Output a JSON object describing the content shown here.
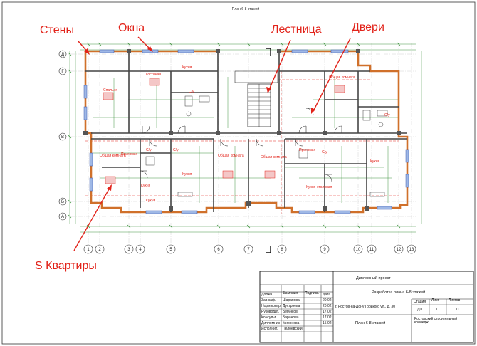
{
  "plan_title": "План 6-8 этажей",
  "labels": {
    "walls": "Стены",
    "windows": "Окна",
    "stairs": "Лестница",
    "doors": "Двери",
    "area": "S Квартиры"
  },
  "axes_letters": [
    "Д",
    "Г",
    "В",
    "Б",
    "А"
  ],
  "axes_numbers": [
    "1",
    "2",
    "3",
    "4",
    "5",
    "6",
    "7",
    "8",
    "9",
    "10",
    "11",
    "12",
    "13"
  ],
  "rooms": {
    "gostinaya": "Гостиная",
    "kuhnya": "Кухня",
    "spalnya": "Спальня",
    "su": "С/у",
    "prihozhaya": "Прихожая",
    "obshaya_komnata": "Общая комната",
    "kuhnya_stolovaya": "Кухня-столовая"
  },
  "title_block": {
    "project": "Дипломный проект",
    "subject": "Разработка плана 6-8 этажей",
    "address": "г. Ростов-на-Дону Горького ул., д. 30",
    "sheet_name": "План 6-8 этажей",
    "org": "Ростовский строительный колледж",
    "col_stage": "Стадия",
    "col_sheet": "Лист",
    "col_sheets": "Листов",
    "stage": "ДП",
    "sheet": "1",
    "sheets": "11",
    "hdr_role": "Должн.",
    "hdr_name": "Фамилия",
    "hdr_sign": "Подпись",
    "hdr_date": "Дата",
    "people": [
      {
        "role": "Зав.каф.",
        "name": "Шарапова",
        "date": "20.02"
      },
      {
        "role": "Норм.контр.",
        "name": "Дустриева",
        "date": "20.02"
      },
      {
        "role": "Руководит.",
        "name": "Бегунков",
        "date": "17.02"
      },
      {
        "role": "Консульт.",
        "name": "Баранова",
        "date": "17.02"
      },
      {
        "role": "Дипломник",
        "name": "Миронова",
        "date": "15.02"
      },
      {
        "role": "Исполнит.",
        "name": "Пелоевский",
        "date": ""
      }
    ]
  },
  "colors": {
    "label": "#e2231a",
    "wall": "#d0702a",
    "dimension": "#2e8b2e",
    "area_mark": "#e2231a"
  }
}
